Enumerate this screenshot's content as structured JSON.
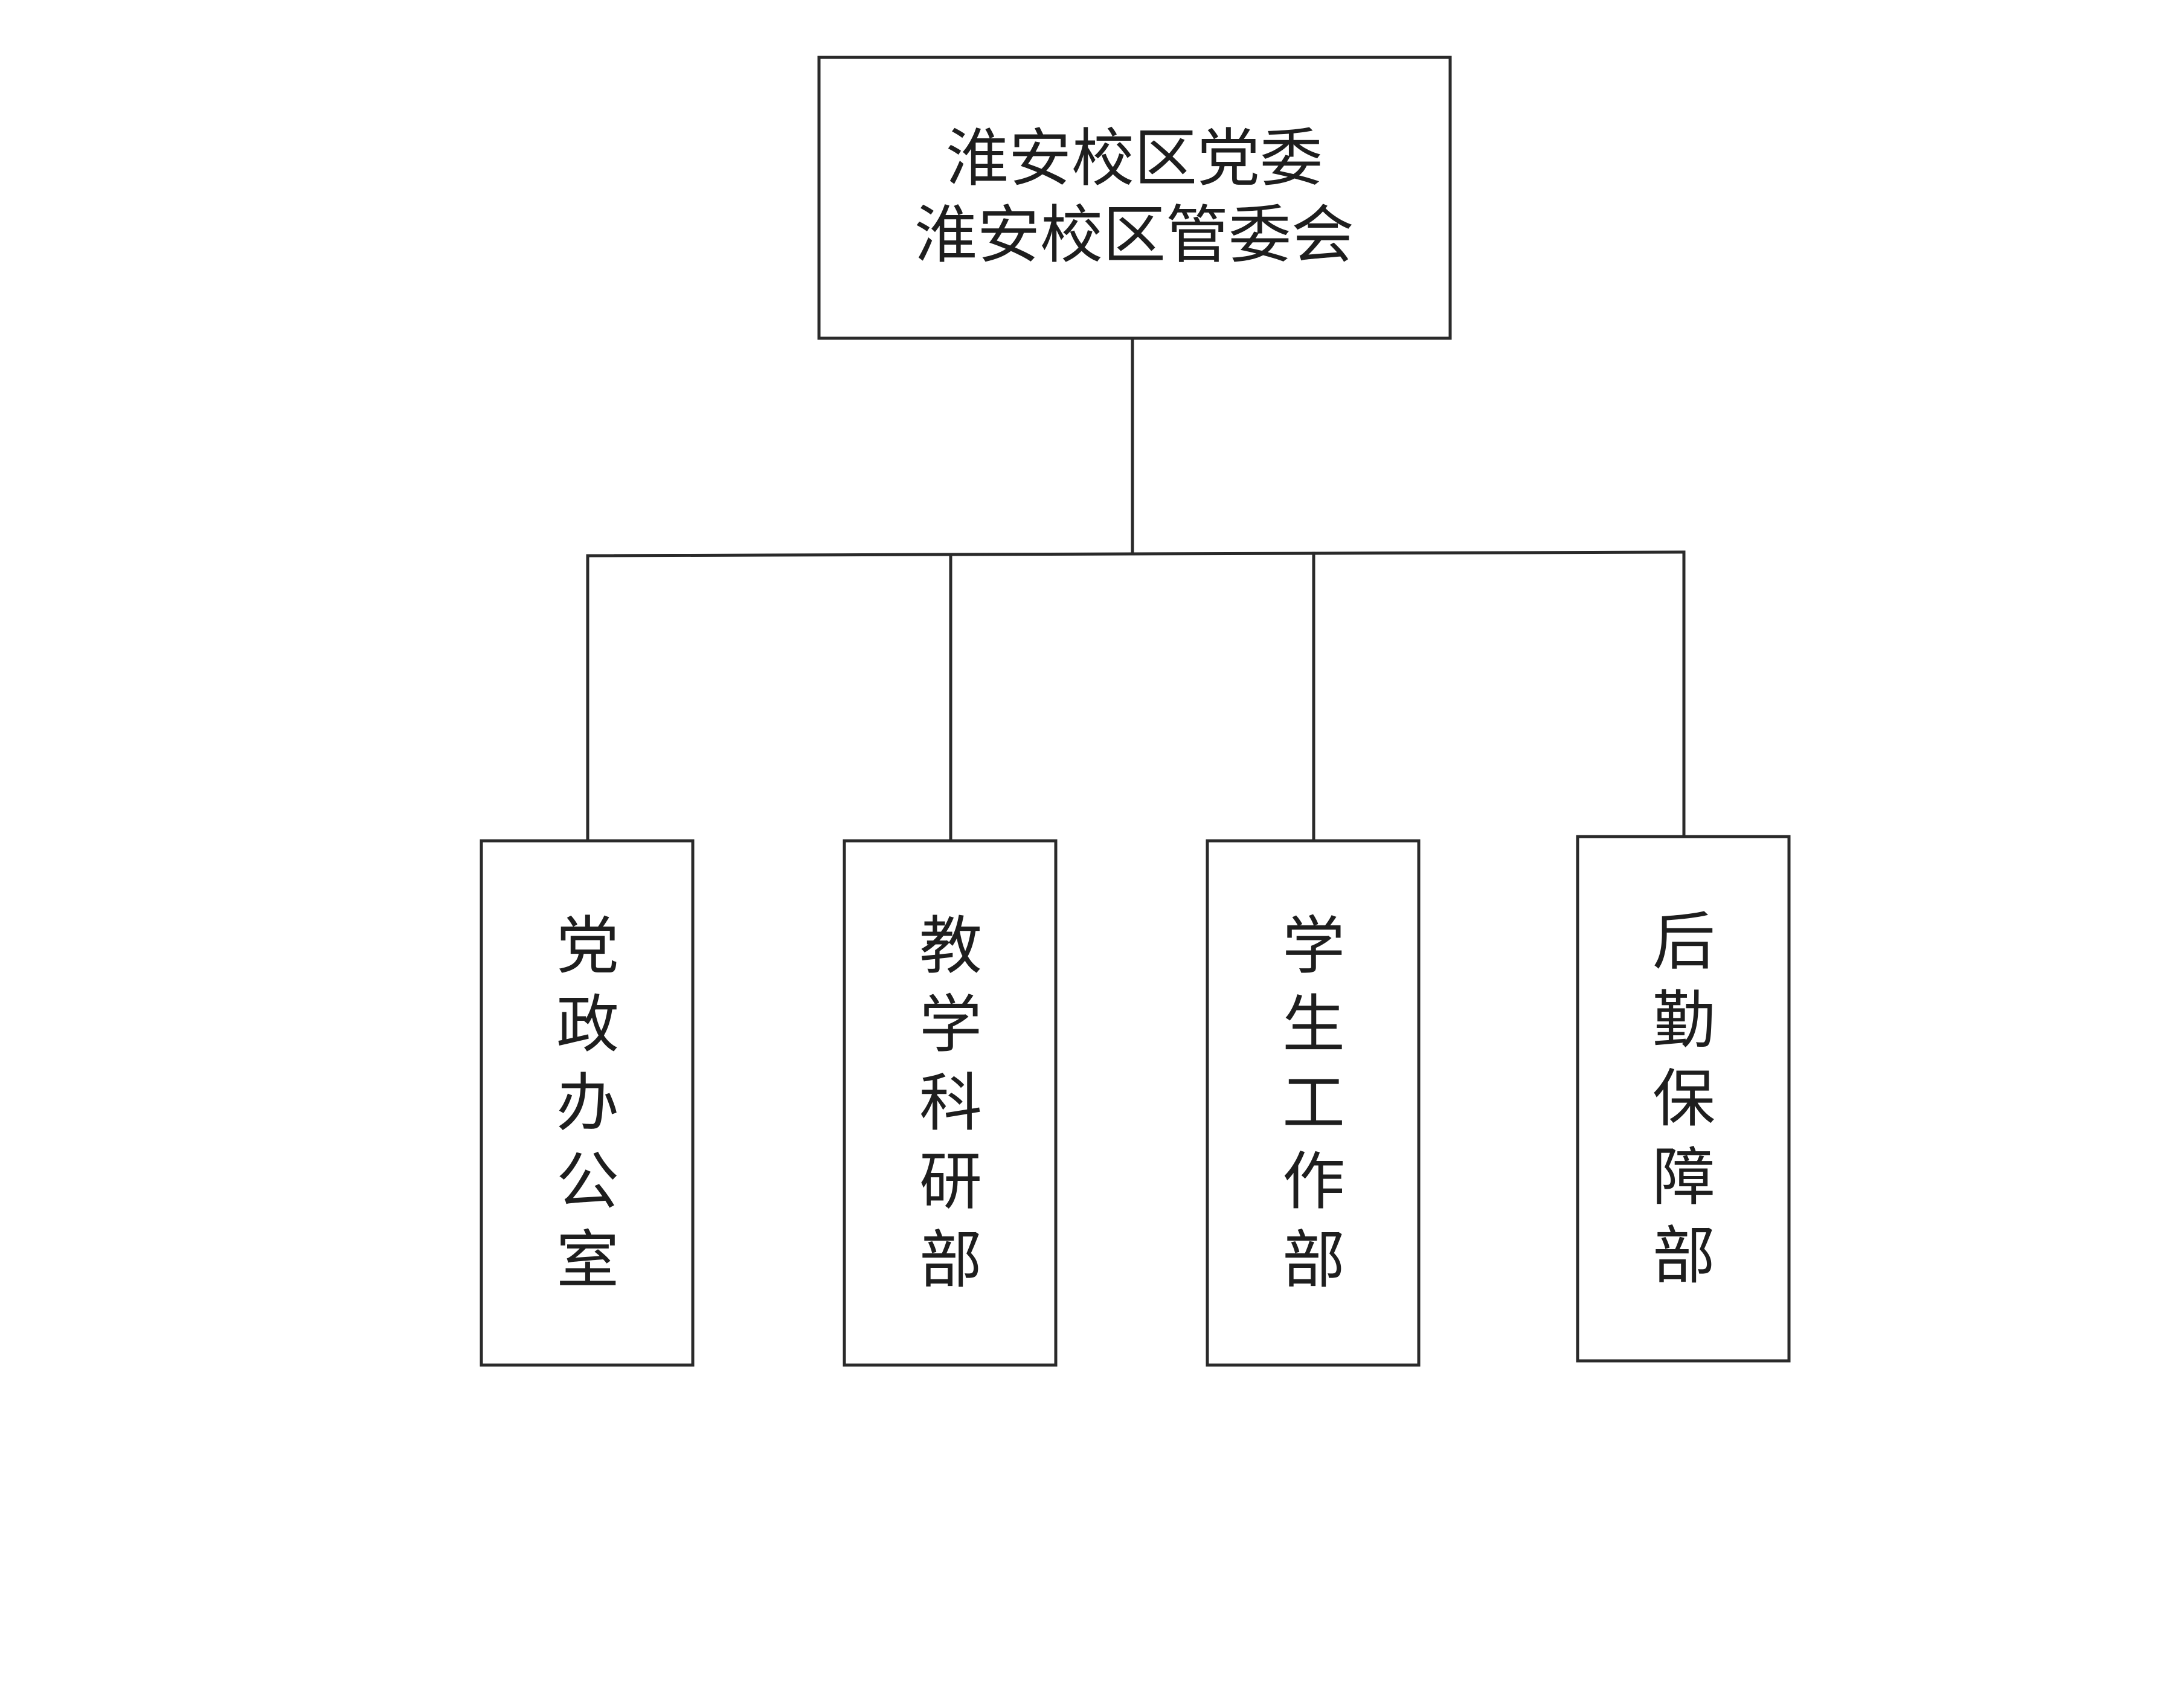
{
  "top_node": {
    "line1": "淮安校区党委",
    "line2": "淮安校区管委会"
  },
  "departments": [
    {
      "label": "党政办公室"
    },
    {
      "label": "教学科研部"
    },
    {
      "label": "学生工作部"
    },
    {
      "label": "后勤保障部"
    }
  ],
  "colors": {
    "stroke": "#2a2a2a",
    "text": "#1e1e1e",
    "background": "#ffffff"
  }
}
